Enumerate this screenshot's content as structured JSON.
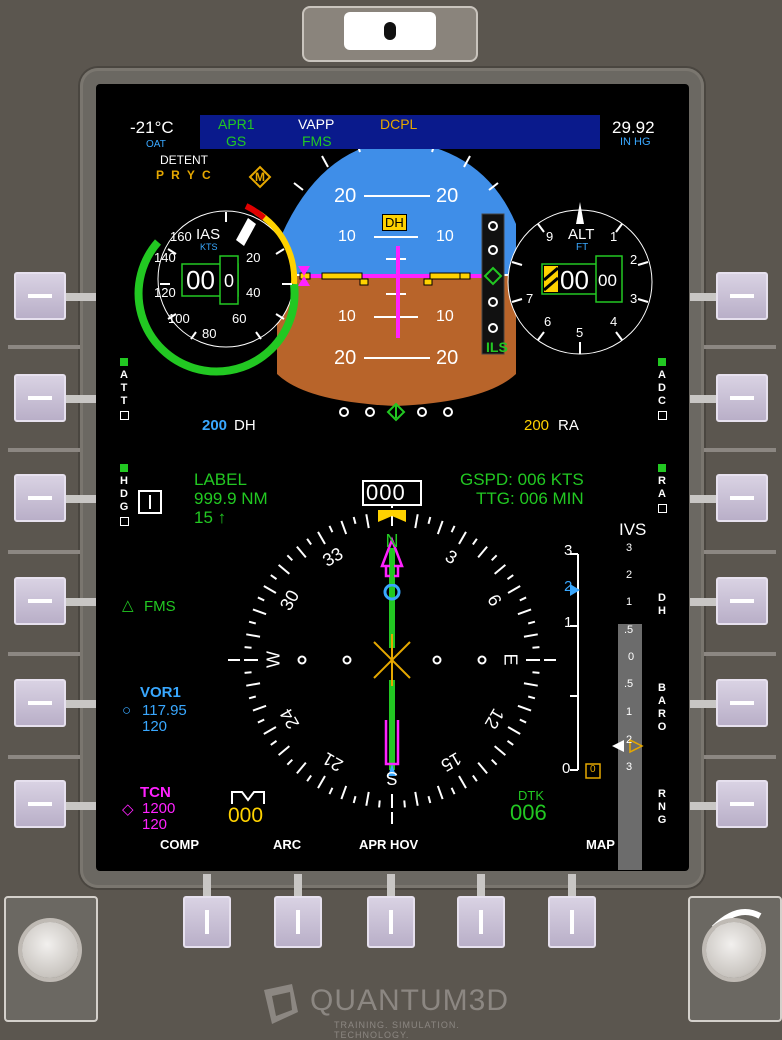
{
  "pfd": {
    "oat": {
      "value": "-21°C",
      "label": "OAT"
    },
    "detent": {
      "label": "DETENT",
      "letters": "P R Y C"
    },
    "baro": {
      "value": "29.92",
      "unit": "IN HG"
    },
    "mode_annunciator": {
      "col1_top": "APR1",
      "col1_bottom": "GS",
      "col2_top": "VAPP",
      "col2_bottom": "FMS",
      "col3_top": "DCPL"
    },
    "marker": "M",
    "airspeed": {
      "label": "IAS",
      "unit": "KTS",
      "value": "00",
      "value_small": "0",
      "ticks": [
        "160",
        "140",
        "120",
        "100",
        "80",
        "60",
        "40",
        "20"
      ]
    },
    "altitude": {
      "label": "ALT",
      "unit": "FT",
      "value": "00",
      "value_small": "00",
      "ticks": [
        "9",
        "1",
        "2",
        "3",
        "4",
        "5",
        "6",
        "7"
      ]
    },
    "attitude": {
      "pitch_labels": [
        "20",
        "10",
        "10",
        "20"
      ],
      "dh_flag": "DH",
      "ils_label": "ILS",
      "dh_value": "200",
      "dh_label": "DH",
      "ra_value": "200",
      "ra_label": "RA"
    },
    "side_labels": {
      "left_att": "A T T",
      "left_hdg": "H D G",
      "right_adc": "A D C",
      "right_ra": "R A",
      "right_dh": "D H",
      "right_baro": "B A R O",
      "right_rng": "R N G"
    }
  },
  "hsi": {
    "heading_box": "000",
    "label_block": {
      "line1": "LABEL",
      "line2": "999.9 NM",
      "line3": "15 ↑"
    },
    "gspd": "GSPD: 006 KTS",
    "ttg": "TTG: 006 MIN",
    "compass_labels": [
      "N",
      "3",
      "6",
      "E",
      "12",
      "15",
      "S",
      "21",
      "24",
      "W",
      "30",
      "33"
    ],
    "fms_source": "FMS",
    "vor1": {
      "label": "VOR1",
      "freq": "117.95",
      "course": "120"
    },
    "tcn": {
      "label": "TCN",
      "freq": "1200",
      "course": "120"
    },
    "hdg_bug_value": "000",
    "dtk": {
      "label": "DTK",
      "value": "006"
    },
    "ivs": {
      "label": "IVS",
      "scale": [
        "3",
        "2",
        "1",
        ".5",
        "0",
        ".5",
        "1",
        "2",
        "3"
      ],
      "value": "0"
    },
    "vsi_left_scale": [
      "3",
      "2",
      "1",
      "0"
    ],
    "vsi_bug": "0"
  },
  "bottom_menu": {
    "comp": "COMP",
    "arc": "ARC",
    "apr_hov": "APR HOV",
    "map": "MAP"
  },
  "brand": {
    "name": "QUANTUM3D",
    "tagline": "TRAINING. SIMULATION. TECHNOLOGY."
  },
  "colors": {
    "sky": "#3f8ee8",
    "ground": "#b8642a",
    "cyan": "#39a8ff",
    "green": "#22c822",
    "magenta": "#ff22ff",
    "yellow": "#ffd200",
    "annunciator": "#0a1a8c"
  }
}
